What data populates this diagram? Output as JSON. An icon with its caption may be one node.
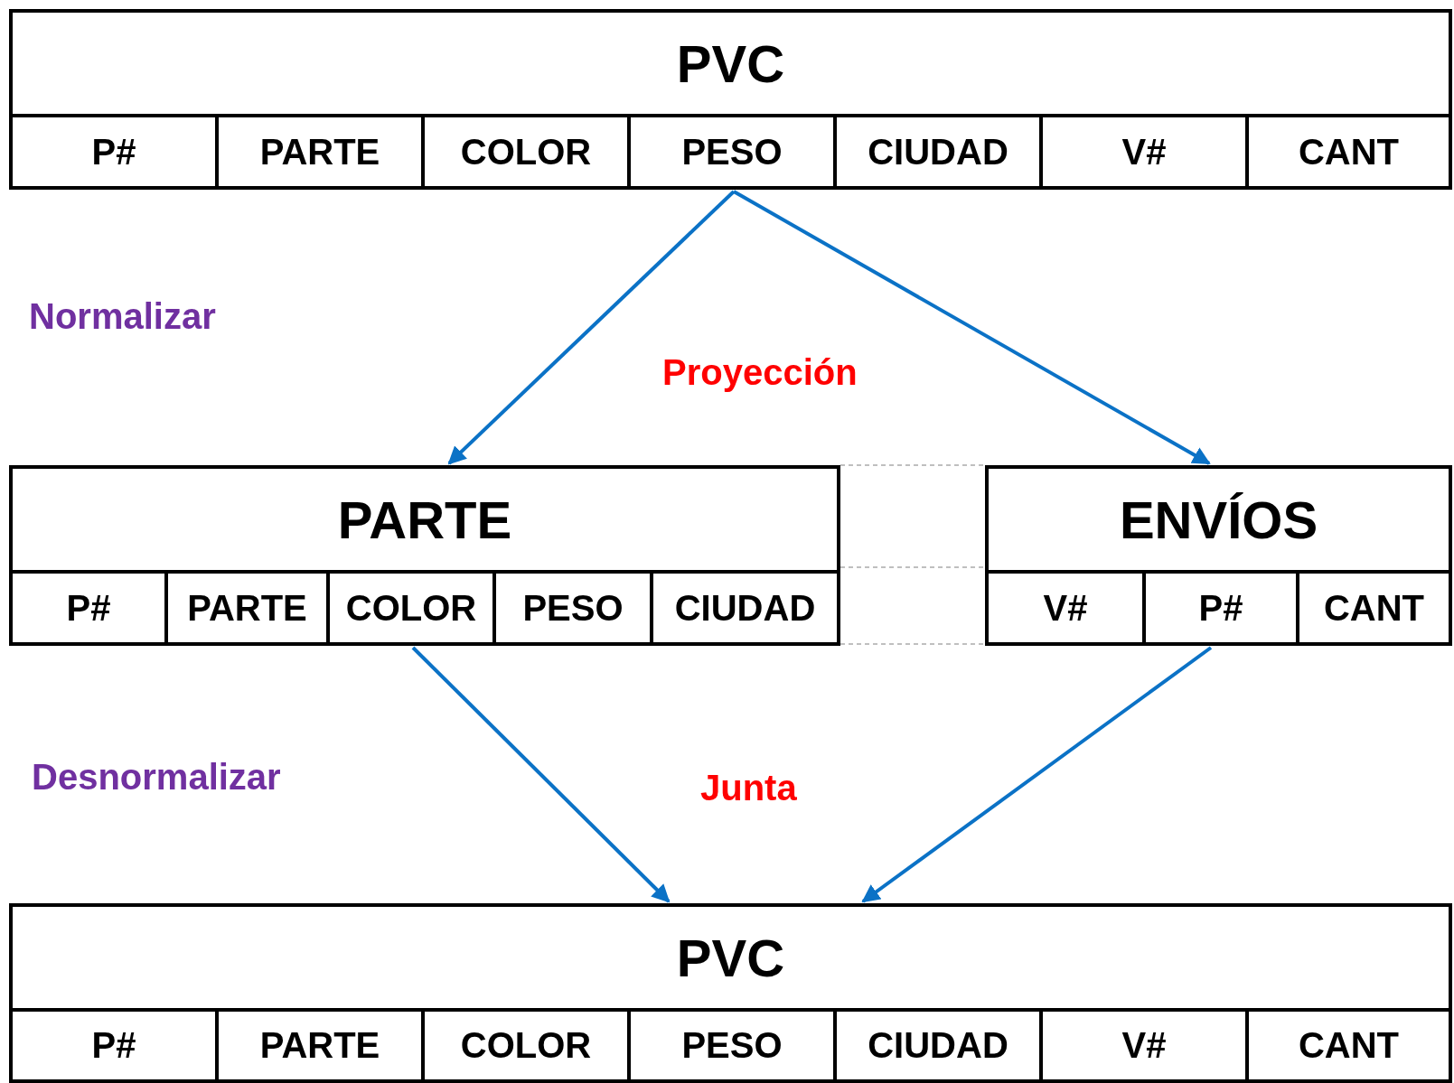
{
  "diagram": {
    "nodes": [
      {
        "text": [
          "PVC"
        ]
      },
      {
        "text": [
          "P#"
        ],
        "in": 0
      },
      {
        "text": [
          "PARTE"
        ],
        "in": 0
      },
      {
        "text": [
          "COLOR"
        ],
        "in": 0
      },
      {
        "text": [
          "PESO"
        ],
        "in": 0
      },
      {
        "text": [
          "CIUDAD"
        ],
        "in": 0
      },
      {
        "text": [
          "V#"
        ],
        "in": 0
      },
      {
        "text": [
          "CANT"
        ],
        "in": 0
      },
      {
        "text": [
          "PARTE"
        ]
      },
      {
        "text": [
          "P#"
        ],
        "in": 8
      },
      {
        "text": [
          "PARTE"
        ],
        "in": 8
      },
      {
        "text": [
          "COLOR"
        ],
        "in": 8
      },
      {
        "text": [
          "PESO"
        ],
        "in": 8
      },
      {
        "text": [
          "CIUDAD"
        ],
        "in": 8
      },
      {
        "text": [
          "ENVÍOS"
        ]
      },
      {
        "text": [
          "V#"
        ],
        "in": 14
      },
      {
        "text": [
          "P#"
        ],
        "in": 14
      },
      {
        "text": [
          "CANT"
        ],
        "in": 14
      },
      {
        "text": [
          "PVC"
        ]
      },
      {
        "text": [
          "P#"
        ],
        "in": 18
      },
      {
        "text": [
          "PARTE"
        ],
        "in": 18
      },
      {
        "text": [
          "COLOR"
        ],
        "in": 18
      },
      {
        "text": [
          "PESO"
        ],
        "in": 18
      },
      {
        "text": [
          "CIUDAD"
        ],
        "in": 18
      },
      {
        "text": [
          "V#"
        ],
        "in": 18
      },
      {
        "text": [
          "CANT"
        ],
        "in": 18
      }
    ],
    "edges": [
      {
        "from": 0,
        "to": 8,
        "arrow": "to"
      },
      {
        "from": 0,
        "to": 14,
        "arrow": "to"
      },
      {
        "from": 8,
        "to": 18,
        "arrow": "to"
      },
      {
        "from": 14,
        "to": 18,
        "arrow": "to"
      }
    ],
    "labels": [
      "Normalizar",
      "Proyección",
      "Desnormalizar",
      "Junta"
    ]
  }
}
